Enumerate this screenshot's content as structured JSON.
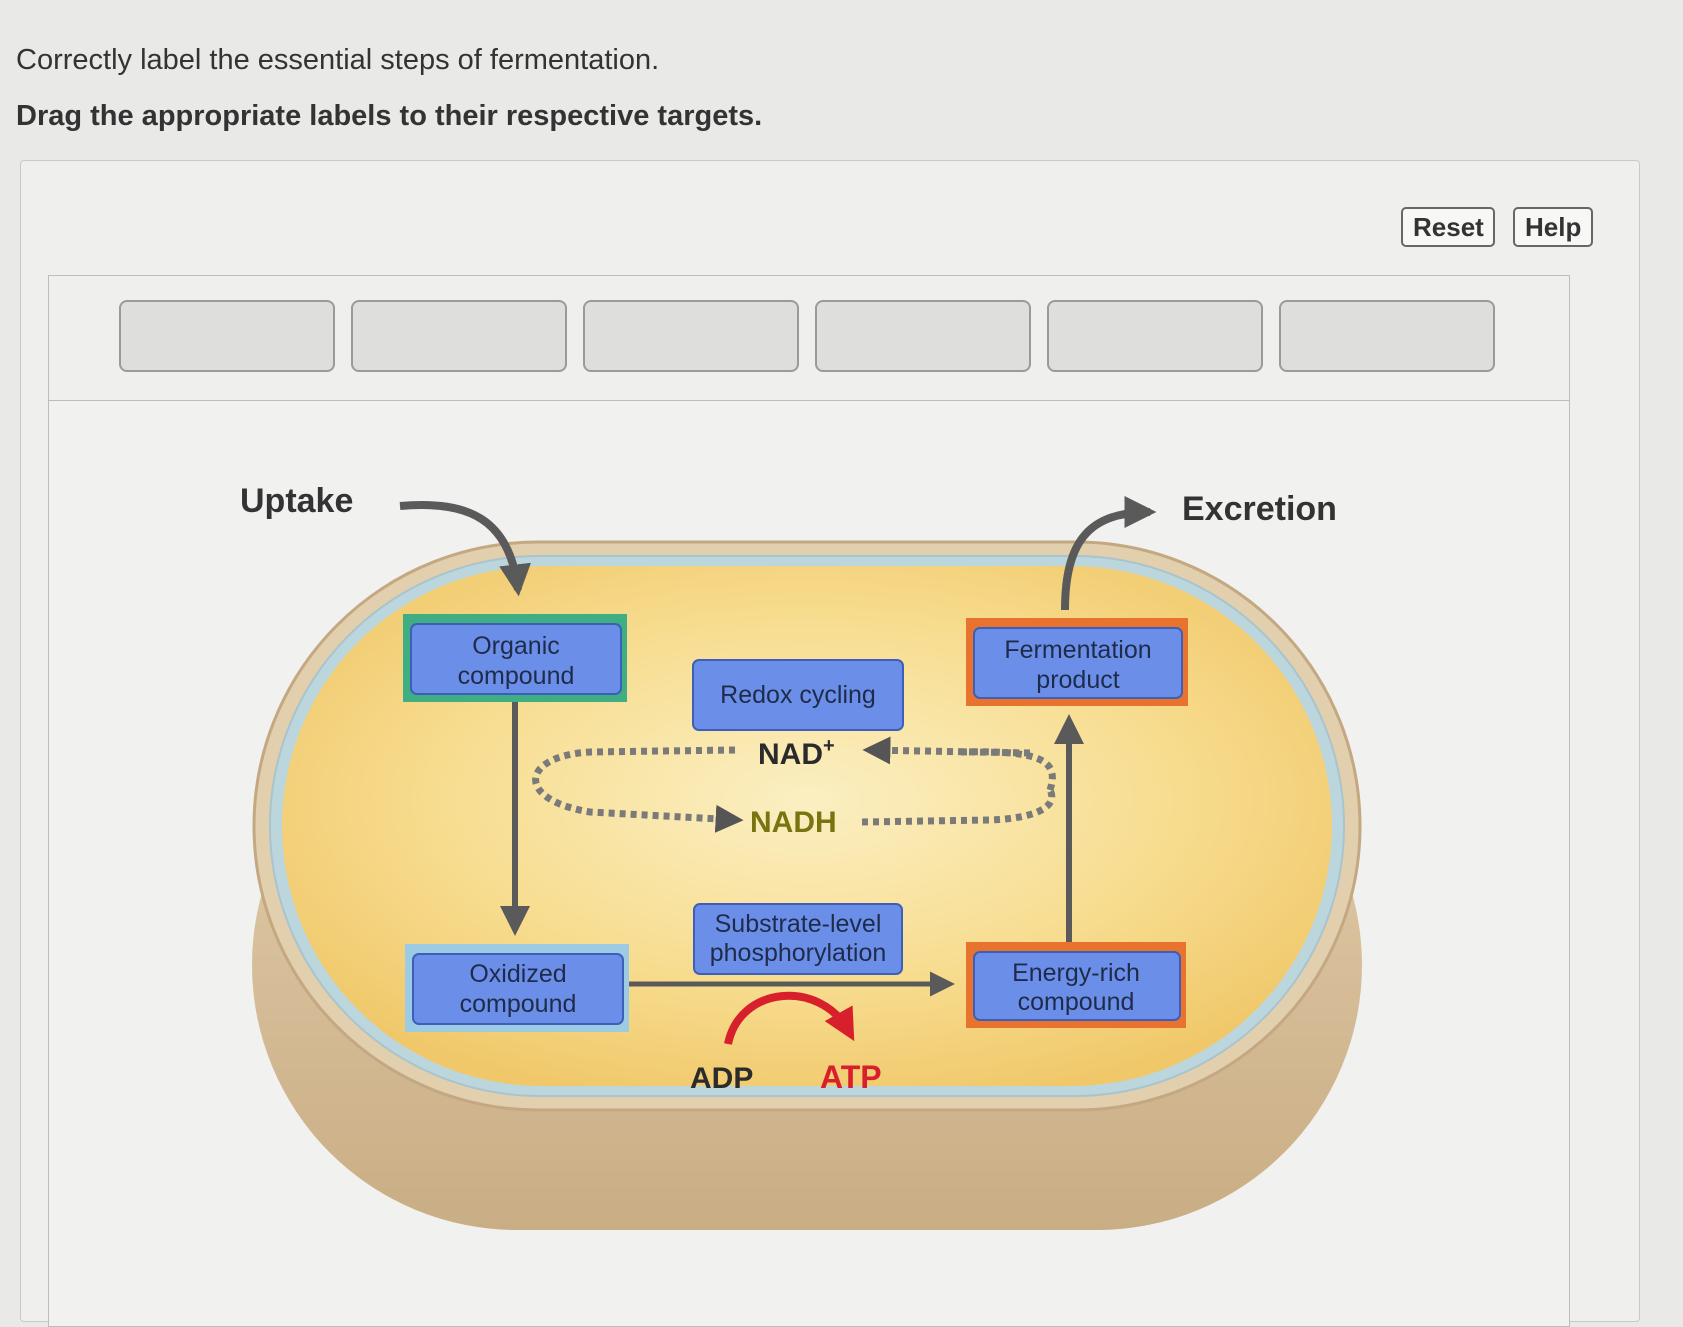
{
  "instructions": {
    "prompt": "Correctly label the essential steps of fermentation.",
    "directive": "Drag the appropriate labels to their respective targets."
  },
  "toolbar": {
    "reset_label": "Reset",
    "help_label": "Help"
  },
  "label_bank": {
    "slot_count": 6
  },
  "diagram": {
    "uptake": "Uptake",
    "excretion": "Excretion",
    "organic_compound": [
      "Organic",
      "compound"
    ],
    "redox_cycling": "Redox cycling",
    "fermentation_product": [
      "Fermentation",
      "product"
    ],
    "nad_plus": "NAD",
    "nad_plus_sup": "+",
    "nadh": "NADH",
    "substrate_level": [
      "Substrate-level",
      "phosphorylation"
    ],
    "oxidized_compound": [
      "Oxidized",
      "compound"
    ],
    "energy_rich_compound": [
      "Energy-rich",
      "compound"
    ],
    "adp": "ADP",
    "atp": "ATP"
  },
  "colors": {
    "box_fill": "#6b8fe8",
    "organic_border": "#3fae83",
    "oxidized_border": "#9ecbe4",
    "fermentation_border": "#e8732f",
    "energy_border": "#e8732f",
    "atp_red": "#d8202c",
    "nadh_olive": "#7a7410",
    "cell_yellow": "#f6d784",
    "cell_wall": "#d8c1a0"
  }
}
